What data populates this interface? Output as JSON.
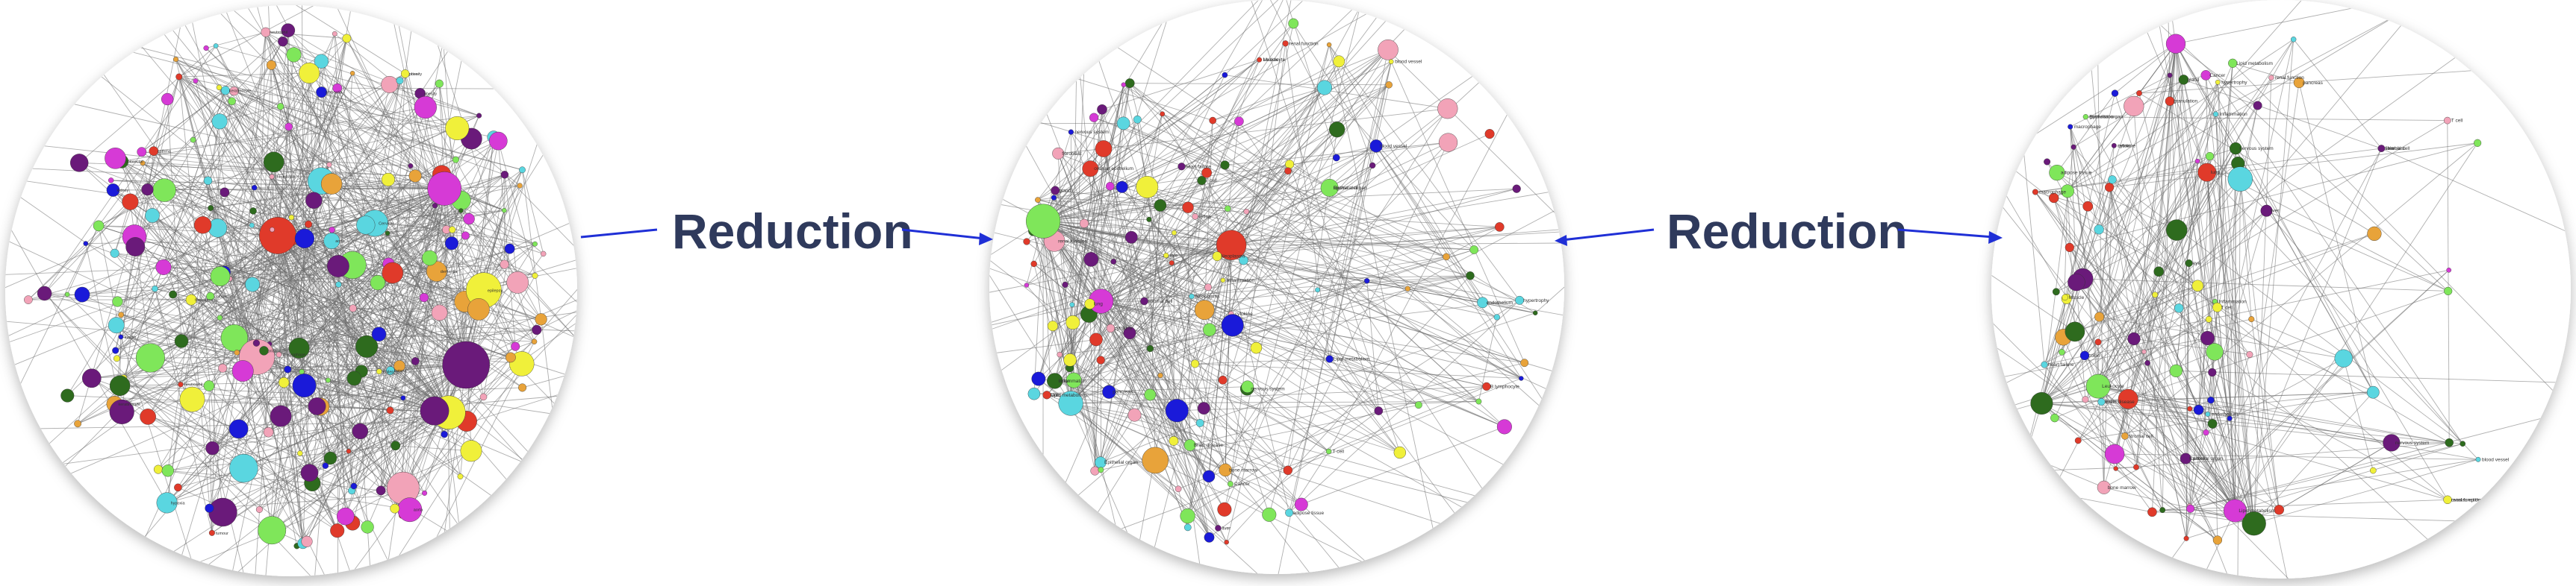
{
  "arrows": [
    {
      "label": "Reduction"
    },
    {
      "label": "Reduction"
    }
  ],
  "colors": {
    "background": "#ffffff",
    "edge": "#6e6e6e",
    "arrow": "#1f2fd6",
    "label_text": "#2f3a5c",
    "circle_border": "#cfcfcf",
    "node_palette": [
      "#1a1ad9",
      "#6a1a7a",
      "#2e6b1e",
      "#e8a33a",
      "#e03a2a",
      "#d63ad6",
      "#7fe65a",
      "#5ad6e0",
      "#f2a3b8",
      "#f0f03a"
    ]
  },
  "networks": [
    {
      "name": "",
      "node_labels": [
        "thrombosis",
        "neutrophil",
        "epilepsy",
        "dementia",
        "keratinocyte",
        "colorectal",
        "obesity",
        "prion",
        "tumour",
        "aorta",
        "hypoxia",
        "kidney",
        "Cervical",
        "insulin",
        "macrophage",
        "asthma"
      ]
    },
    {
      "name": "",
      "node_labels": [
        "Epithelial organ",
        "Inflammation",
        "nervous system",
        "renal function",
        "Neoplasms",
        "cytokine",
        "Lipid metabolism",
        "blood vessel",
        "stromal cell",
        "T cell",
        "hypertrophy",
        "B lymphocyte",
        "liver",
        "fibroblast",
        "Muscle",
        "ovarian epithelium",
        "Brain disease",
        "endothelium",
        "skin",
        "Leukocyte",
        "bone marrow",
        "Cancer",
        "heart failure",
        "adipose tissue",
        "retina",
        "pancreas",
        "lung",
        "colon",
        "eye",
        "gland"
      ]
    },
    {
      "name": "",
      "node_labels": [
        "Epithelial organ",
        "Cancer",
        "granulation",
        "Inflammation",
        "Lipid metabolism",
        "nervous system",
        "renal function",
        "stromal cell",
        "macrophage",
        "T cell",
        "Leukocyte",
        "bone marrow",
        "liver",
        "cytokine",
        "fibroblast",
        "heart failure",
        "Brain disease",
        "endothelium",
        "adipose tissue",
        "ovarian epithelium",
        "pancreas",
        "retina",
        "skin",
        "lung",
        "colon",
        "gland",
        "eye",
        "Muscle",
        "blood vessel",
        "hypertrophy"
      ]
    }
  ]
}
